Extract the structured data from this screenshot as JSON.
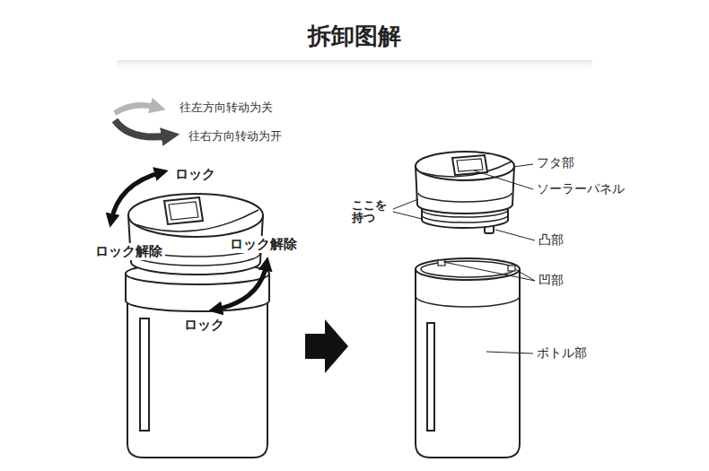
{
  "diagram": {
    "title": "拆卸图解",
    "labels": [
      "ロック",
      "ロック解除",
      "ロック解除",
      "ロック",
      "フタ部",
      "ソーラーパネル",
      "ここを 持つ",
      "凸部",
      "凹部",
      "ボトル部"
    ],
    "legend": [
      {
        "text": "往左方向转动为关"
      },
      {
        "text": "往右方向转动为开"
      }
    ]
  }
}
